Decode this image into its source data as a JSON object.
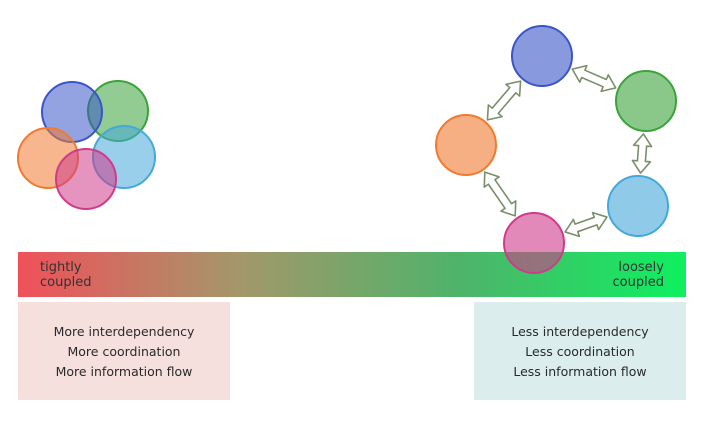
{
  "scale": {
    "left_label": [
      "tightly",
      "coupled"
    ],
    "right_label": [
      "loosely",
      "coupled"
    ],
    "gradient_colors": [
      "#f0505a",
      "#a4976a",
      "#4fb36a",
      "#0ef060"
    ]
  },
  "left_panel": {
    "lines": [
      "More interdependency",
      "More coordination",
      "More information flow"
    ],
    "color": "#f3d6d2"
  },
  "right_panel": {
    "lines": [
      "Less interdependency",
      "Less coordination",
      "Less information flow"
    ],
    "color": "#cfe7e5"
  },
  "circle_colors": {
    "blue": "#3a55c8",
    "green": "#3aa33a",
    "orange": "#f07a30",
    "cyan": "#45a8d8",
    "magenta": "#d03a8a"
  },
  "arrow_color": "#7a8f6a"
}
